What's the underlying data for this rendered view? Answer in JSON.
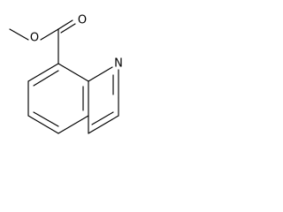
{
  "structure": {
    "atoms": [
      {
        "id": "ester_o_single",
        "symbol": "O"
      },
      {
        "id": "carbonyl_o",
        "symbol": "O"
      },
      {
        "id": "ring_n",
        "symbol": "N"
      }
    ]
  },
  "colors": {
    "bond": "#000000",
    "label": "#000000",
    "background": "#ffffff"
  }
}
